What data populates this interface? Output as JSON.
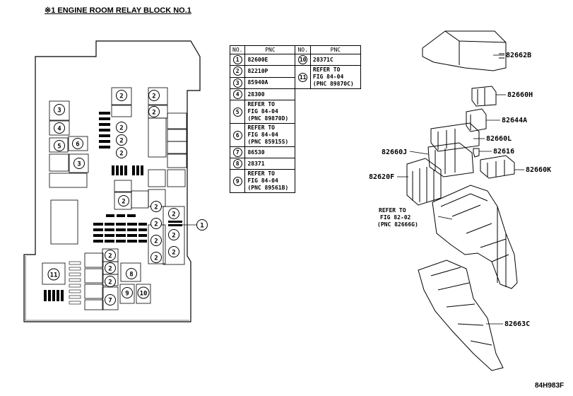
{
  "title": "※1 ENGINE ROOM RELAY BLOCK NO.1",
  "diagram_code": "84H983F",
  "table": {
    "headers": {
      "no": "NO.",
      "pnc": "PNC"
    },
    "left": [
      {
        "no": "1",
        "pnc": [
          "82600E"
        ]
      },
      {
        "no": "2",
        "pnc": [
          "82210P"
        ]
      },
      {
        "no": "3",
        "pnc": [
          "85940A"
        ]
      },
      {
        "no": "4",
        "pnc": [
          "28300"
        ]
      },
      {
        "no": "5",
        "pnc": [
          "REFER TO",
          "FIG 84-04",
          "(PNC 89870D)"
        ]
      },
      {
        "no": "6",
        "pnc": [
          "REFER TO",
          "FIG 84-04",
          "(PNC 85915S)"
        ]
      },
      {
        "no": "7",
        "pnc": [
          "86530"
        ]
      },
      {
        "no": "8",
        "pnc": [
          "28371"
        ]
      },
      {
        "no": "9",
        "pnc": [
          "REFER TO",
          "FIG 84-04",
          "(PNC 89561B)"
        ]
      }
    ],
    "right": [
      {
        "no": "10",
        "pnc": [
          "28371C"
        ]
      },
      {
        "no": "11",
        "pnc": [
          "REFER TO",
          "FIG 84-04",
          "(PNC 89870C)"
        ]
      }
    ]
  },
  "callouts": {
    "c1": "1",
    "c2": "2",
    "c3": "3",
    "c4": "4",
    "c5": "5",
    "c6": "6",
    "c7": "7",
    "c8": "8",
    "c9": "9",
    "c10": "10",
    "c11": "11"
  },
  "part_labels": {
    "p82662B": "82662B",
    "p82660H": "82660H",
    "p82644A": "82644A",
    "p82660L": "82660L",
    "p82660J": "82660J",
    "p82616": "82616",
    "p82620F": "82620F",
    "p82660K": "82660K",
    "p82663C": "82663C",
    "refer1": "REFER TO",
    "refer2": "FIG 82-02",
    "refer3": "(PNC 82666G)"
  }
}
